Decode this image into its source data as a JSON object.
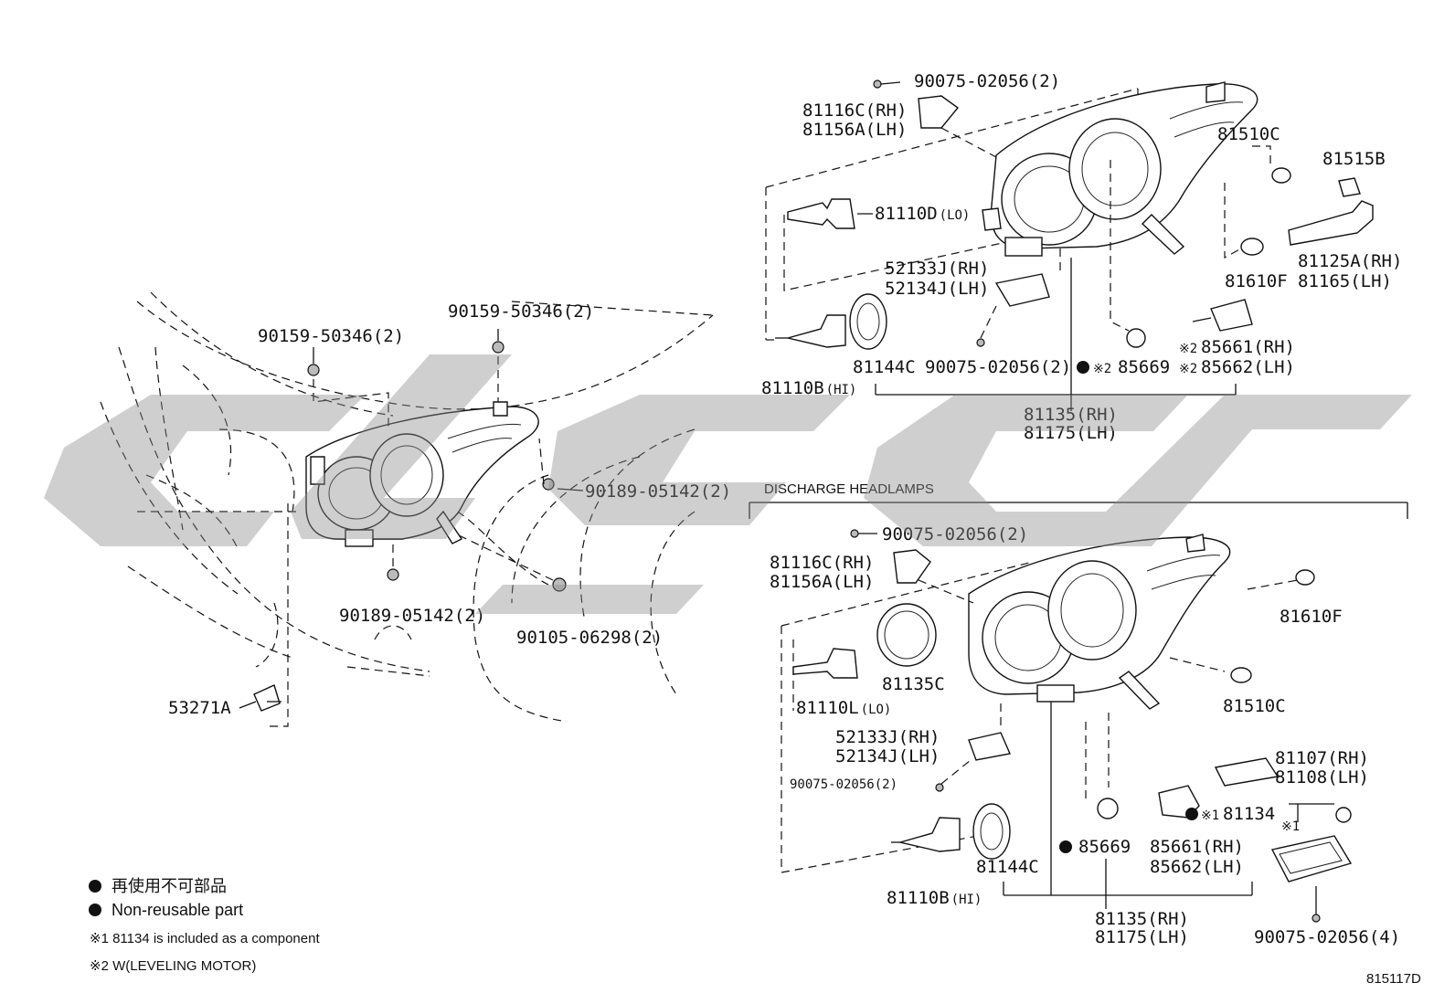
{
  "parts_left": {
    "p1": "90159-50346(2)",
    "p2": "90159-50346(2)",
    "p3": "90189-05142(2)",
    "p4": "90189-05142(2)",
    "p5": "90105-06298(2)",
    "p6": "53271A"
  },
  "parts_top": {
    "bolt": "90075-02056(2)",
    "bracket_rh": "81116C(RH)",
    "bracket_lh": "81156A(LH)",
    "bulb_lo": "81110D",
    "bulb_lo_tag": "(LO)",
    "cap": "81510C",
    "socket": "81515B",
    "lamp_rh": "81125A(RH)",
    "lamp_lh": "81165(LH)",
    "cover": "81610F",
    "adjuster_rh": "52133J(RH)",
    "adjuster_lh": "52134J(LH)",
    "seal": "81144C",
    "bolt2": "90075-02056(2)",
    "oring": "85669",
    "motor_rh": "85661(RH)",
    "motor_lh": "85662(LH)",
    "bulb_hi": "81110B",
    "bulb_hi_tag": "(HI)",
    "assy_rh": "81135(RH)",
    "assy_lh": "81175(LH)",
    "mark2": "※2"
  },
  "section": {
    "title": "DISCHARGE HEADLAMPS"
  },
  "parts_bottom": {
    "bolt": "90075-02056(2)",
    "bracket_rh": "81116C(RH)",
    "bracket_lh": "81156A(LH)",
    "cover": "81610F",
    "ring": "81135C",
    "bulb_lo": "81110L",
    "bulb_lo_tag": "(LO)",
    "cap": "81510C",
    "adjuster_rh": "52133J(RH)",
    "adjuster_lh": "52134J(LH)",
    "bolt2": "90075-02056(2)",
    "ballast_rh": "81107(RH)",
    "ballast_lh": "81108(LH)",
    "gasket": "81134",
    "mark1": "※1",
    "oring": "85669",
    "motor_rh": "85661(RH)",
    "motor_lh": "85662(LH)",
    "seal": "81144C",
    "bulb_hi": "81110B",
    "bulb_hi_tag": "(HI)",
    "assy_rh": "81135(RH)",
    "assy_lh": "81175(LH)",
    "bolt4": "90075-02056(4)"
  },
  "legend": {
    "jp": "再使用不可部品",
    "en": "Non-reusable part",
    "note1": "※1 81134 is included as a component",
    "note2": "※2 W(LEVELING MOTOR)"
  },
  "figure_id": "815117D"
}
